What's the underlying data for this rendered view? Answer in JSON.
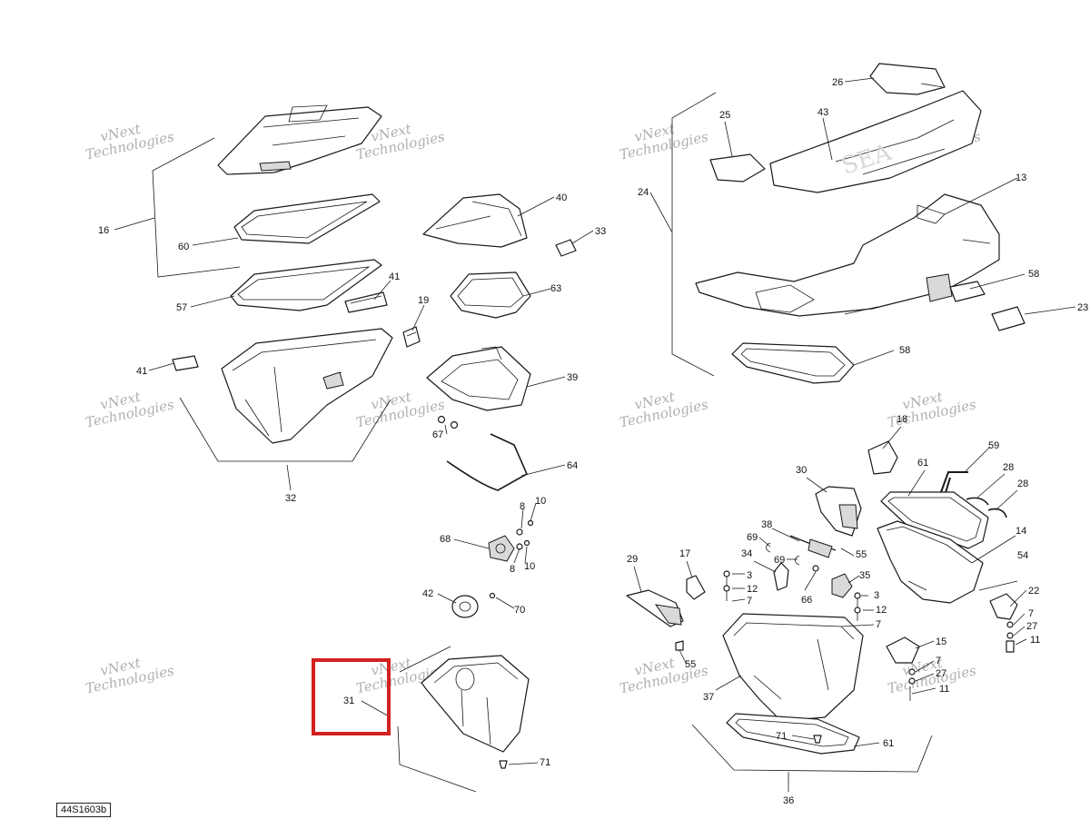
{
  "diagram": {
    "reference_code": "44S1603b",
    "watermark": {
      "line1": "vNext",
      "line2": "Technologies"
    },
    "highlight_color": "#d32020",
    "callouts": [
      {
        "id": "c16",
        "label": "16"
      },
      {
        "id": "c60",
        "label": "60"
      },
      {
        "id": "c57",
        "label": "57"
      },
      {
        "id": "c41a",
        "label": "41"
      },
      {
        "id": "c41b",
        "label": "41"
      },
      {
        "id": "c19",
        "label": "19"
      },
      {
        "id": "c32",
        "label": "32"
      },
      {
        "id": "c40",
        "label": "40"
      },
      {
        "id": "c33",
        "label": "33"
      },
      {
        "id": "c63",
        "label": "63"
      },
      {
        "id": "c39",
        "label": "39"
      },
      {
        "id": "c67",
        "label": "67"
      },
      {
        "id": "c64",
        "label": "64"
      },
      {
        "id": "c8a",
        "label": "8"
      },
      {
        "id": "c10a",
        "label": "10"
      },
      {
        "id": "c68",
        "label": "68"
      },
      {
        "id": "c8b",
        "label": "8"
      },
      {
        "id": "c10b",
        "label": "10"
      },
      {
        "id": "c42",
        "label": "42"
      },
      {
        "id": "c70",
        "label": "70"
      },
      {
        "id": "c31",
        "label": "31"
      },
      {
        "id": "c71a",
        "label": "71"
      },
      {
        "id": "c26",
        "label": "26"
      },
      {
        "id": "c25",
        "label": "25"
      },
      {
        "id": "c43",
        "label": "43"
      },
      {
        "id": "c24",
        "label": "24"
      },
      {
        "id": "c13",
        "label": "13"
      },
      {
        "id": "c58a",
        "label": "58"
      },
      {
        "id": "c23",
        "label": "23"
      },
      {
        "id": "c58b",
        "label": "58"
      },
      {
        "id": "c18",
        "label": "18"
      },
      {
        "id": "c59",
        "label": "59"
      },
      {
        "id": "c61a",
        "label": "61"
      },
      {
        "id": "c30",
        "label": "30"
      },
      {
        "id": "c28a",
        "label": "28"
      },
      {
        "id": "c28b",
        "label": "28"
      },
      {
        "id": "c38",
        "label": "38"
      },
      {
        "id": "c69a",
        "label": "69"
      },
      {
        "id": "c14",
        "label": "14"
      },
      {
        "id": "c55a",
        "label": "55"
      },
      {
        "id": "c69b",
        "label": "69"
      },
      {
        "id": "c34",
        "label": "34"
      },
      {
        "id": "c54",
        "label": "54"
      },
      {
        "id": "c17",
        "label": "17"
      },
      {
        "id": "c29",
        "label": "29"
      },
      {
        "id": "c3a",
        "label": "3"
      },
      {
        "id": "c12a",
        "label": "12"
      },
      {
        "id": "c7a",
        "label": "7"
      },
      {
        "id": "c66",
        "label": "66"
      },
      {
        "id": "c35",
        "label": "35"
      },
      {
        "id": "c22",
        "label": "22"
      },
      {
        "id": "c3b",
        "label": "3"
      },
      {
        "id": "c12b",
        "label": "12"
      },
      {
        "id": "c7b",
        "label": "7"
      },
      {
        "id": "c7c",
        "label": "7"
      },
      {
        "id": "c27a",
        "label": "27"
      },
      {
        "id": "c11a",
        "label": "11"
      },
      {
        "id": "c55b",
        "label": "55"
      },
      {
        "id": "c15",
        "label": "15"
      },
      {
        "id": "c7d",
        "label": "7"
      },
      {
        "id": "c27b",
        "label": "27"
      },
      {
        "id": "c37",
        "label": "37"
      },
      {
        "id": "c11b",
        "label": "11"
      },
      {
        "id": "c71b",
        "label": "71"
      },
      {
        "id": "c61b",
        "label": "61"
      },
      {
        "id": "c36",
        "label": "36"
      }
    ]
  }
}
